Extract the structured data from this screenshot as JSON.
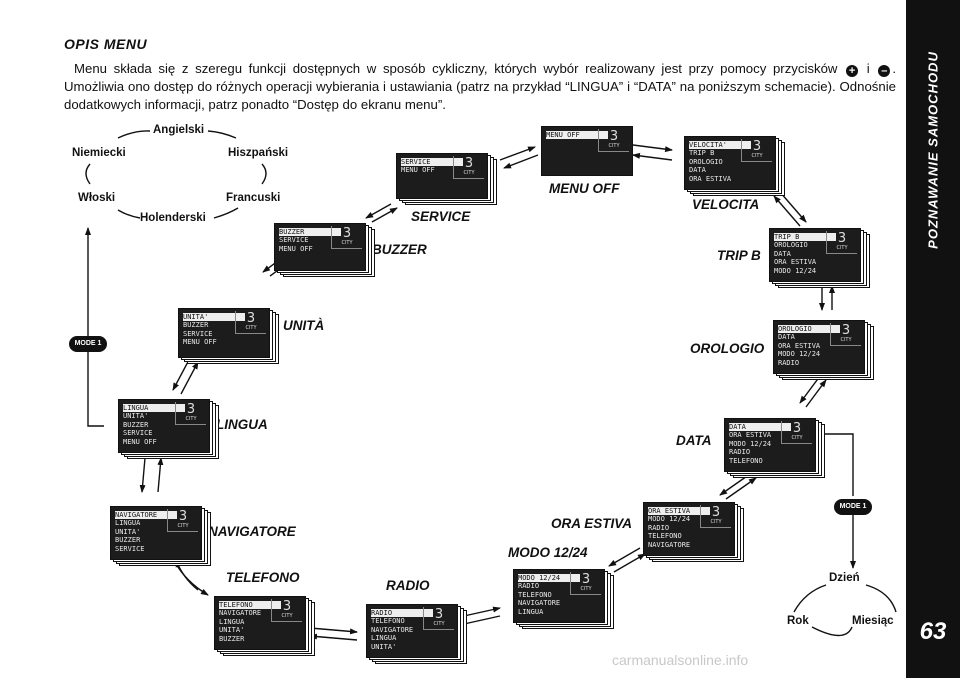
{
  "side_title": "POZNAWANIE SAMOCHODU",
  "page_number": "63",
  "watermark": "carmanualsonline.info",
  "heading": "OPIS MENU",
  "paragraph": {
    "line1_a": "Menu składa się z szeregu funkcji dostępnych w sposób cykliczny, których wybór realizowany jest przy pomocy przycisków",
    "plus": "+",
    "conj": "i",
    "minus": "–",
    "line1_end": ".",
    "rest": "Umożliwia ono dostęp do różnych operacji wybierania i ustawiania (patrz na przykład “LINGUA” i “DATA” na poniższym schemacie). Odnośnie dodatkowych informacji, patrz ponadto “Dostęp do ekranu menu”."
  },
  "languages": {
    "angielski": "Angielski",
    "niemiecki": "Niemiecki",
    "hiszpanski": "Hiszpański",
    "wloski": "Włoski",
    "francuski": "Francuski",
    "holenderski": "Holenderski"
  },
  "date_parts": {
    "dzien": "Dzień",
    "rok": "Rok",
    "miesiac": "Miesiąc"
  },
  "mode_button": "MODE 1",
  "screen_digit": "3",
  "screen_unit": "CITY",
  "menu": [
    {
      "id": "menu-off",
      "label": "MENU OFF",
      "lines": [
        "MENU OFF"
      ]
    },
    {
      "id": "velocita",
      "label": "VELOCITA",
      "lines": [
        "VELOCITA'",
        "TRIP B",
        "OROLOGIO",
        "DATA",
        "ORA ESTIVA"
      ]
    },
    {
      "id": "trip-b",
      "label": "TRIP B",
      "lines": [
        "TRIP B",
        "OROLOGIO",
        "DATA",
        "ORA ESTIVA",
        "MODO 12/24"
      ]
    },
    {
      "id": "orologio",
      "label": "OROLOGIO",
      "lines": [
        "OROLOGIO",
        "DATA",
        "ORA ESTIVA",
        "MODO 12/24",
        "RADIO"
      ]
    },
    {
      "id": "data",
      "label": "DATA",
      "lines": [
        "DATA",
        "ORA ESTIVA",
        "MODO 12/24",
        "RADIO",
        "TELEFONO"
      ]
    },
    {
      "id": "ora-estiva",
      "label": "ORA ESTIVA",
      "lines": [
        "ORA ESTIVA",
        "MODO 12/24",
        "RADIO",
        "TELEFONO",
        "NAVIGATORE"
      ]
    },
    {
      "id": "modo-12-24",
      "label": "MODO 12/24",
      "lines": [
        "MODO 12/24",
        "RADIO",
        "TELEFONO",
        "NAVIGATORE",
        "LINGUA"
      ]
    },
    {
      "id": "radio",
      "label": "RADIO",
      "lines": [
        "RADIO",
        "TELEFONO",
        "NAVIGATORE",
        "LINGUA",
        "UNITA'"
      ]
    },
    {
      "id": "telefono",
      "label": "TELEFONO",
      "lines": [
        "TELEFONO",
        "NAVIGATORE",
        "LINGUA",
        "UNITA'",
        "BUZZER"
      ]
    },
    {
      "id": "navigatore",
      "label": "NAVIGATORE",
      "lines": [
        "NAVIGATORE",
        "LINGUA",
        "UNITA'",
        "BUZZER",
        "SERVICE"
      ]
    },
    {
      "id": "lingua",
      "label": "LINGUA",
      "lines": [
        "LINGUA",
        "UNITA'",
        "BUZZER",
        "SERVICE",
        "MENU OFF"
      ]
    },
    {
      "id": "unita",
      "label": "UNITÀ",
      "lines": [
        "UNITA'",
        "BUZZER",
        "SERVICE",
        "MENU OFF"
      ]
    },
    {
      "id": "buzzer",
      "label": "BUZZER",
      "lines": [
        "BUZZER",
        "SERVICE",
        "MENU OFF"
      ]
    },
    {
      "id": "service",
      "label": "SERVICE",
      "lines": [
        "SERVICE",
        "MENU OFF"
      ]
    }
  ]
}
